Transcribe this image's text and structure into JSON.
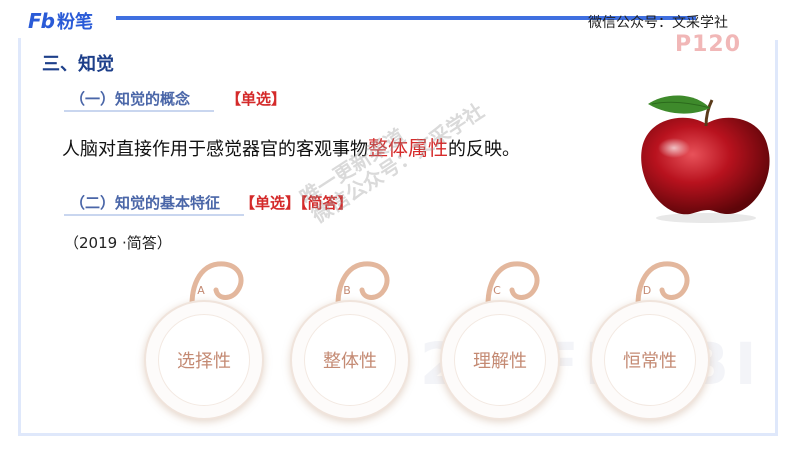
{
  "brand": {
    "mark": "Fb",
    "name": "粉笔"
  },
  "wechat": "微信公众号：文采学社",
  "page_number": "P120",
  "section_title": "三、知觉",
  "sub1": {
    "label": "（一）知觉的概念",
    "tag": "【单选】"
  },
  "definition": {
    "before": "人脑对直接作用于感觉器官的客观事物",
    "highlight": "整体属性",
    "after": "的反映。"
  },
  "sub2": {
    "label": "（二）知觉的基本特征",
    "tag": "【单选】【简答】"
  },
  "year_note": "（2019 ·简答）",
  "watermark": {
    "line1": "唯一更新渠道",
    "line2": "微信公众号：文采学社"
  },
  "bg_ghost": "2 5FENBI",
  "features": [
    {
      "letter": "A",
      "label": "选择性"
    },
    {
      "letter": "B",
      "label": "整体性"
    },
    {
      "letter": "C",
      "label": "理解性"
    },
    {
      "letter": "D",
      "label": "恒常性"
    }
  ],
  "colors": {
    "accent": "#3f6fe0",
    "highlight": "#d62b2b",
    "feature_text": "#c48a73"
  }
}
